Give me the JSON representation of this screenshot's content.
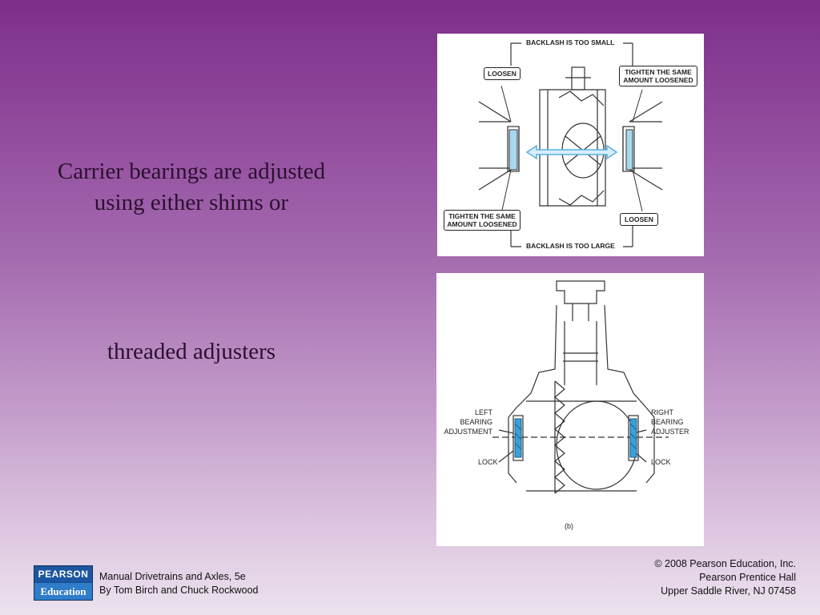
{
  "slide": {
    "caption_line1": "Carrier bearings are adjusted",
    "caption_line2": "using either shims or",
    "caption_line3": "threaded adjusters"
  },
  "figure_a": {
    "label_top": "BACKLASH IS TOO SMALL",
    "label_bottom": "BACKLASH IS TOO LARGE",
    "label_top_left": "LOOSEN",
    "label_top_right": "TIGHTEN THE SAME AMOUNT LOOSENED",
    "label_bottom_left": "TIGHTEN THE SAME AMOUNT LOOSENED",
    "label_bottom_right": "LOOSEN",
    "arrow_color": "#5ab0e0"
  },
  "figure_b": {
    "label_left_adjustment": "LEFT\nBEARING\nADJUSTMENT",
    "label_right_adjuster": "RIGHT\nBEARING\nADJUSTER",
    "label_left_lock": "LOCK",
    "label_right_lock": "LOCK",
    "label_caption": "(b)",
    "highlight_color": "#3aa0d8"
  },
  "footer": {
    "logo_top": "PEARSON",
    "logo_bottom": "Education",
    "book_title": "Manual Drivetrains and Axles, 5e",
    "book_authors": "By Tom Birch and Chuck Rockwood",
    "copyright": "© 2008 Pearson Education, Inc.",
    "publisher": "Pearson Prentice Hall",
    "location": "Upper Saddle River, NJ 07458"
  }
}
